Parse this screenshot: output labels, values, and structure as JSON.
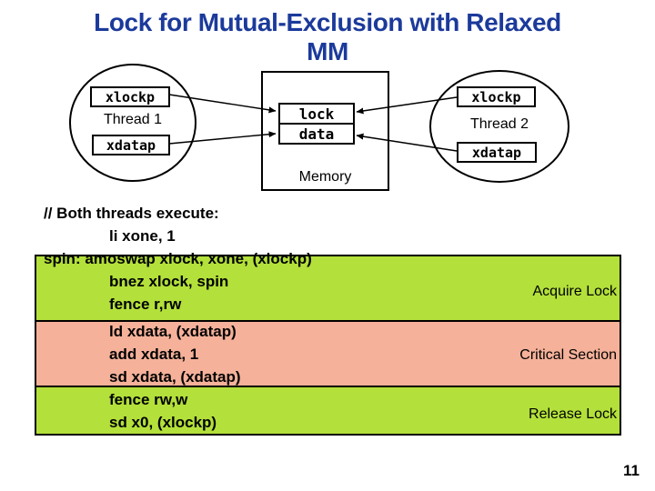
{
  "title": {
    "line1": "Lock for Mutual-Exclusion with Relaxed",
    "line2": "MM"
  },
  "diagram": {
    "thread1": {
      "reg1": "xlockp",
      "label": "Thread 1",
      "reg2": "xdatap"
    },
    "thread2": {
      "reg1": "xlockp",
      "label": "Thread 2",
      "reg2": "xdatap"
    },
    "memory": {
      "cell1": "lock",
      "cell2": "data",
      "label": "Memory"
    }
  },
  "code": {
    "lines": [
      {
        "text": "// Both threads execute:",
        "indent": 0
      },
      {
        "text": "li xone, 1",
        "indent": 1
      },
      {
        "text": "spin: amoswap xlock, xone, (xlockp)",
        "indent": 0
      },
      {
        "text": "bnez xlock, spin",
        "indent": 1
      },
      {
        "text": "fence r,rw",
        "indent": 1
      },
      {
        "text": "ld xdata, (xdatap)",
        "indent": 1
      },
      {
        "text": "add xdata, 1",
        "indent": 1
      },
      {
        "text": "sd xdata, (xdatap)",
        "indent": 1
      },
      {
        "text": "fence rw,w",
        "indent": 1
      },
      {
        "text": "sd x0, (xlockp)",
        "indent": 1
      }
    ]
  },
  "annotations": {
    "acquire": "Acquire Lock",
    "critical": "Critical Section",
    "release": "Release Lock"
  },
  "colors": {
    "title_text": "#1b3a9b",
    "band_green": "#b3e03a",
    "band_salmon": "#f5b199"
  },
  "page_number": "11"
}
